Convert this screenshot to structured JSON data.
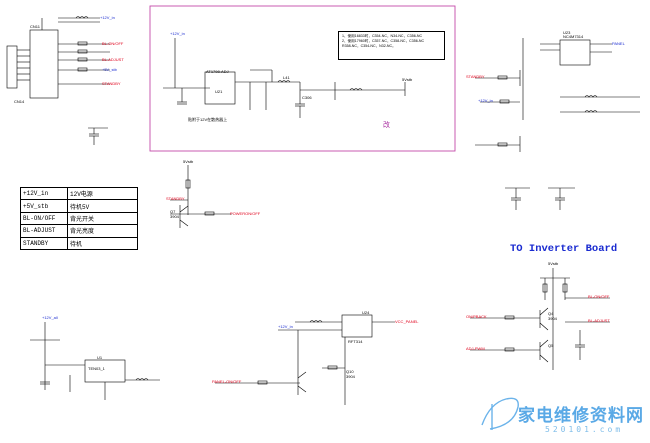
{
  "legend": {
    "rows": [
      {
        "signal": "+12V_in",
        "desc": "12V电源"
      },
      {
        "signal": "+5V_stb",
        "desc": "待机5V"
      },
      {
        "signal": "BL-ON/OFF",
        "desc": "背光开关"
      },
      {
        "signal": "BL-ADJUST",
        "desc": "背光亮度"
      },
      {
        "signal": "STANDBY",
        "desc": "待机"
      }
    ]
  },
  "title": "TO Inverter Board",
  "note": {
    "line1": "1、使用16833时，C354-NC，N34-NC，C356-NC",
    "line2": "2、使用17960时，C357-NC，C358-NC，C356-NC",
    "line3": "R358-NC，C354-NC，N32-NC。"
  },
  "box_mark": "改",
  "connector": {
    "ref": "CN14",
    "ref2": "CN11",
    "pins": [
      "BL-ON/OFF",
      "BL-ADJUST",
      "STANDBY",
      "+5V_stb"
    ],
    "top_net": "+12V_in"
  },
  "regulator": {
    "ref": "U21",
    "part": "AT1798-ADJ",
    "caption": "贴附于12V在散热器上",
    "net_in": "+12V_in",
    "net_out": "5Vstb",
    "cap": "C306",
    "ind": "L41"
  },
  "switch_right": {
    "ref": "U23",
    "part": "NC4M7314",
    "nets": [
      "PANEL",
      "STANDBY",
      "+12V_in"
    ]
  },
  "standby_ctrl": {
    "top": "5Vstb",
    "in": "STANDBY",
    "out": "POWERON/OFF",
    "q": "Q7",
    "q_part": "3904"
  },
  "inverter": {
    "net_top": "5Vstb",
    "in1": "ON/PBACK",
    "in2": "ADJ-PWM",
    "out1": "BL-ON/OFF",
    "out2": "BL-ADJUST",
    "q1": "Q4",
    "q2": "Q5",
    "part": "3904"
  },
  "panel_switch": {
    "ref": "U24",
    "part": "RFT314",
    "net_in": "+12V_in",
    "net_out": "VCC_PANEL",
    "ctrl": "PANEL-ON/OFF",
    "q": "Q10",
    "q_part": "3904"
  },
  "reg_bottom": {
    "ref": "U1",
    "part": "TEN03_1",
    "net_in": "+12V_all"
  },
  "watermark": {
    "cn": "家电维修资料网",
    "url": "520101.com"
  },
  "colors": {
    "schematic_red": "#e0001b",
    "net_blue": "#1a2bd0",
    "box_border": "#c44aa8",
    "watermark": "#5aa9e6"
  }
}
